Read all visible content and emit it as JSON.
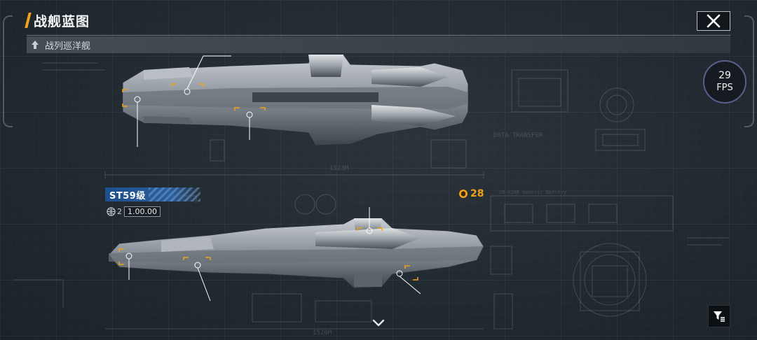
{
  "header": {
    "title": "战舰蓝图",
    "subtitle": "战列巡洋舰"
  },
  "fps": {
    "value": "29",
    "unit": "FPS"
  },
  "ship": {
    "name": "ST59级",
    "level": "2",
    "stat": "1.00.00",
    "cost": "28"
  },
  "blueprint_text": {
    "length_top": "1523M",
    "length_bottom": "1520M",
    "data_transfer": "DATA TRANSFER",
    "battery": "SB-Ⅱ20B Generic Battery"
  },
  "colors": {
    "accent": "#f0a21a",
    "ship_label": "#2a5f9e",
    "fps_ring": "#5b5f8e"
  },
  "icons": [
    "close-icon",
    "cruiser-class-icon",
    "globe-icon",
    "coin-icon",
    "chevron-down-icon",
    "filter-icon"
  ]
}
